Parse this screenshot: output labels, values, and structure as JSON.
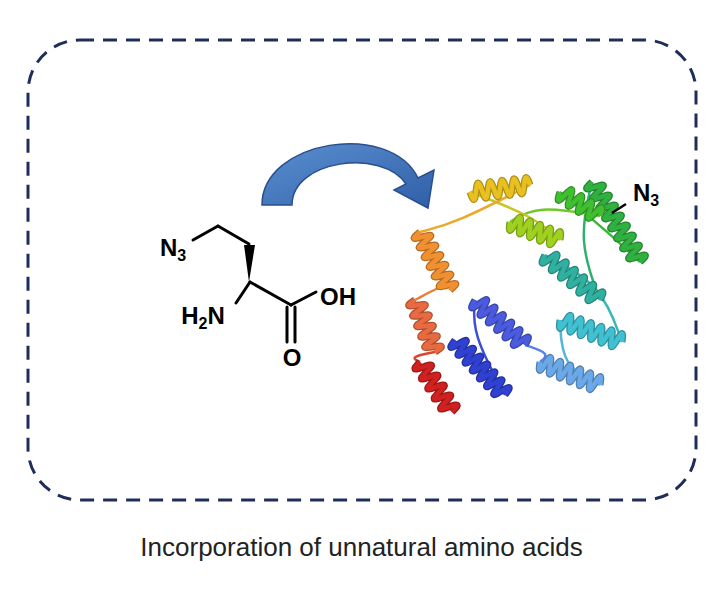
{
  "diagram": {
    "caption": "Incorporation of unnatural amino acids",
    "labels": [
      "N3",
      "H2N",
      "OH",
      "O",
      "N3"
    ]
  }
}
